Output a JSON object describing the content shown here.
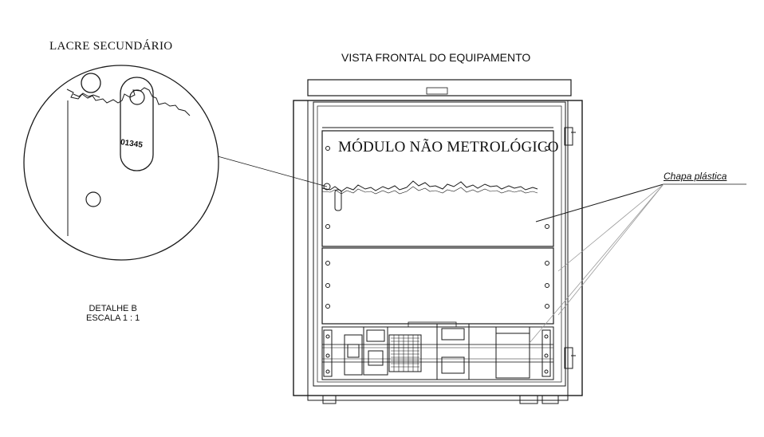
{
  "drawing": {
    "detail_title": "LACRE SECUNDÁRIO",
    "front_view_title": "VISTA FRONTAL DO EQUIPAMENTO",
    "module_label": "MÓDULO NÃO METROLÓGICO",
    "callout_label": "Chapa plástica",
    "detail_caption_line1": "DETALHE B",
    "detail_caption_line2": "ESCALA 1 : 1",
    "seal_number": "01345"
  },
  "colors": {
    "line": "#1a1a1a",
    "light_line": "#9a9a9a",
    "background": "#ffffff"
  }
}
